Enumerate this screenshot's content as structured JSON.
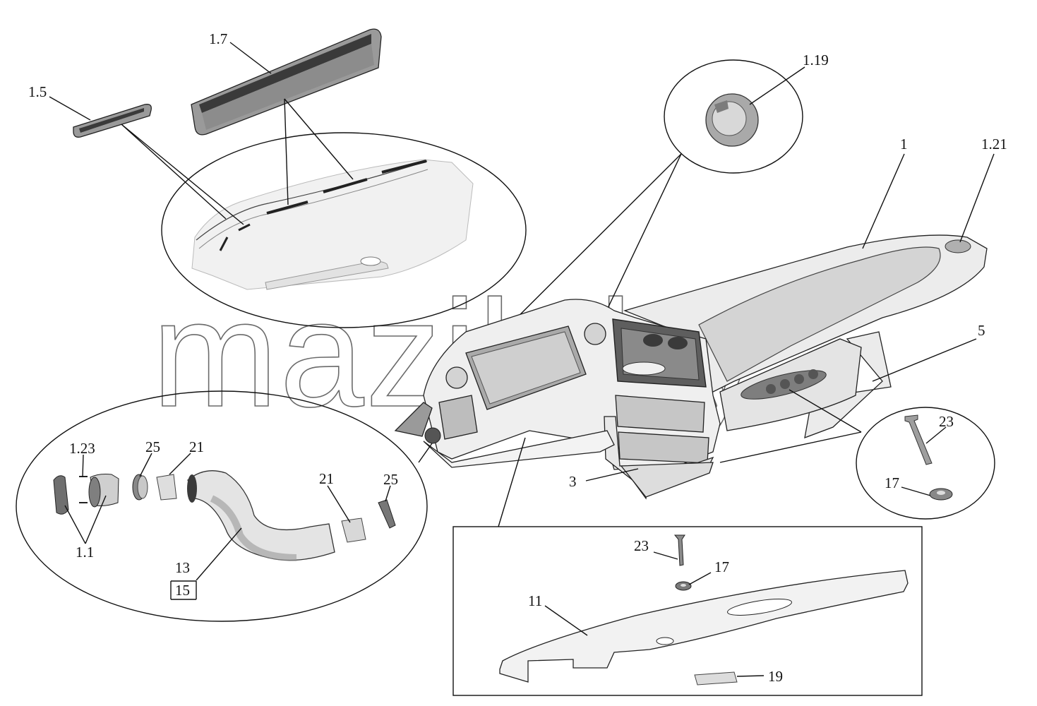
{
  "watermark": "mazik.by",
  "labels": {
    "l_1_5": "1.5",
    "l_1_7": "1.7",
    "l_1_19": "1.19",
    "l_1": "1",
    "l_1_21": "1.21",
    "l_5": "5",
    "l_3": "3",
    "l_23_a": "23",
    "l_17_a": "17",
    "l_1_23": "1.23",
    "l_25_a": "25",
    "l_21_a": "21",
    "l_21_b": "21",
    "l_25_b": "25",
    "l_1_1": "1.1",
    "l_13": "13",
    "l_15": "15",
    "l_23_b": "23",
    "l_17_b": "17",
    "l_11": "11",
    "l_19": "19"
  },
  "colors": {
    "line": "#111111",
    "part_light": "#ececec",
    "part_mid": "#cfcfcf",
    "part_dark": "#8a8a8a",
    "vent_dark": "#3a3a3a"
  }
}
